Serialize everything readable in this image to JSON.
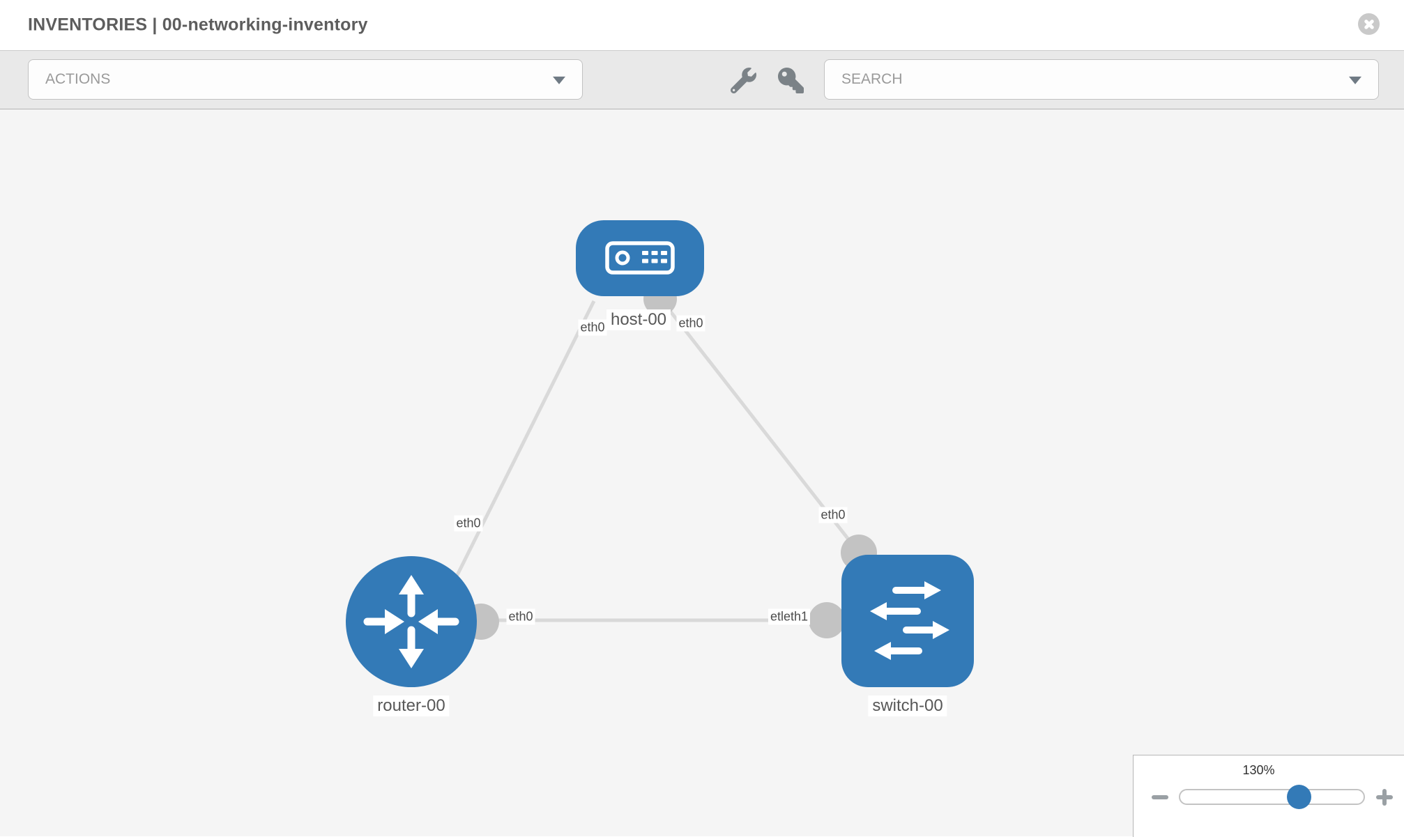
{
  "header": {
    "title": "INVENTORIES | 00-networking-inventory"
  },
  "toolbar": {
    "actions_label": "ACTIONS",
    "search_placeholder": "SEARCH",
    "icons": [
      "wrench-icon",
      "key-icon"
    ]
  },
  "topology": {
    "nodes": [
      {
        "label": "host-00",
        "type": "host",
        "icon": "host-icon"
      },
      {
        "label": "router-00",
        "type": "router",
        "icon": "router-icon"
      },
      {
        "label": "switch-00",
        "type": "switch",
        "icon": "switch-icon"
      }
    ],
    "interface_labels": [
      {
        "text": "eth0",
        "position": "host-left"
      },
      {
        "text": "eth0",
        "position": "host-right"
      },
      {
        "text": "eth0",
        "position": "router-top"
      },
      {
        "text": "eth0",
        "position": "router-right"
      },
      {
        "text": "eth0",
        "position": "switch-top"
      },
      {
        "text": "etleth1",
        "position": "switch-left"
      }
    ],
    "links": [
      {
        "from": "host-00",
        "to": "router-00"
      },
      {
        "from": "host-00",
        "to": "switch-00"
      },
      {
        "from": "router-00",
        "to": "switch-00"
      }
    ]
  },
  "zoom_control": {
    "value": "130%"
  },
  "colors": {
    "node_blue": "#337ab7",
    "link_gray": "#d9d9d9",
    "port_gray": "#c3c3c3",
    "canvas_bg": "#f5f5f5",
    "toolbar_bg": "#e9e9e9",
    "icon_gray": "#7b8287"
  }
}
